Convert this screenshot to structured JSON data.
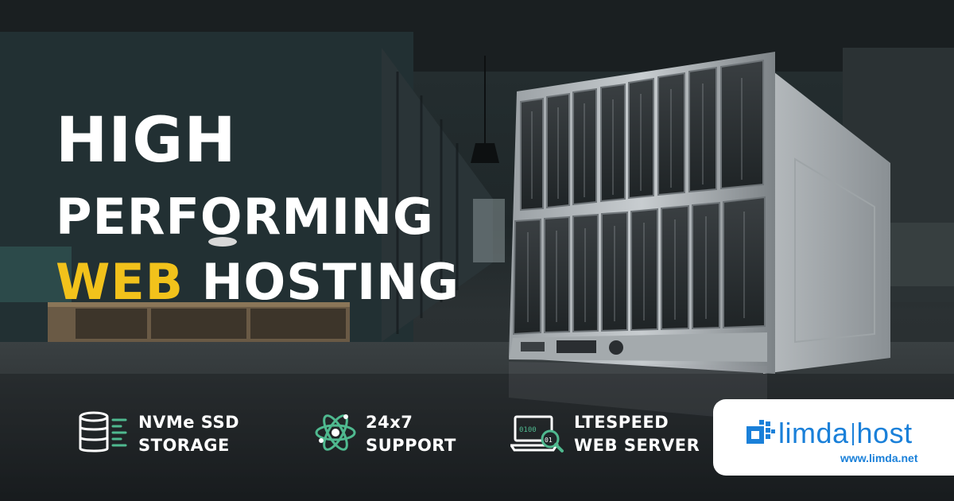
{
  "headline": {
    "line1": "HIGH",
    "line2": "PERFORMING",
    "line3_accent": "WEB",
    "line3_rest": "HOSTING"
  },
  "features": [
    {
      "icon": "database-icon",
      "line1": "NVMe SSD",
      "line2": "STORAGE"
    },
    {
      "icon": "atom-support-icon",
      "line1": "24x7",
      "line2": "SUPPORT"
    },
    {
      "icon": "laptop-binary-icon",
      "line1": "LTESPEED",
      "line2": "WEB SERVER"
    }
  ],
  "logo": {
    "name_left": "limda",
    "name_right": "host",
    "url": "www.limda.net"
  },
  "colors": {
    "accent": "#f2c21b",
    "brand": "#1a80d9",
    "icon_green": "#4fb98f"
  }
}
